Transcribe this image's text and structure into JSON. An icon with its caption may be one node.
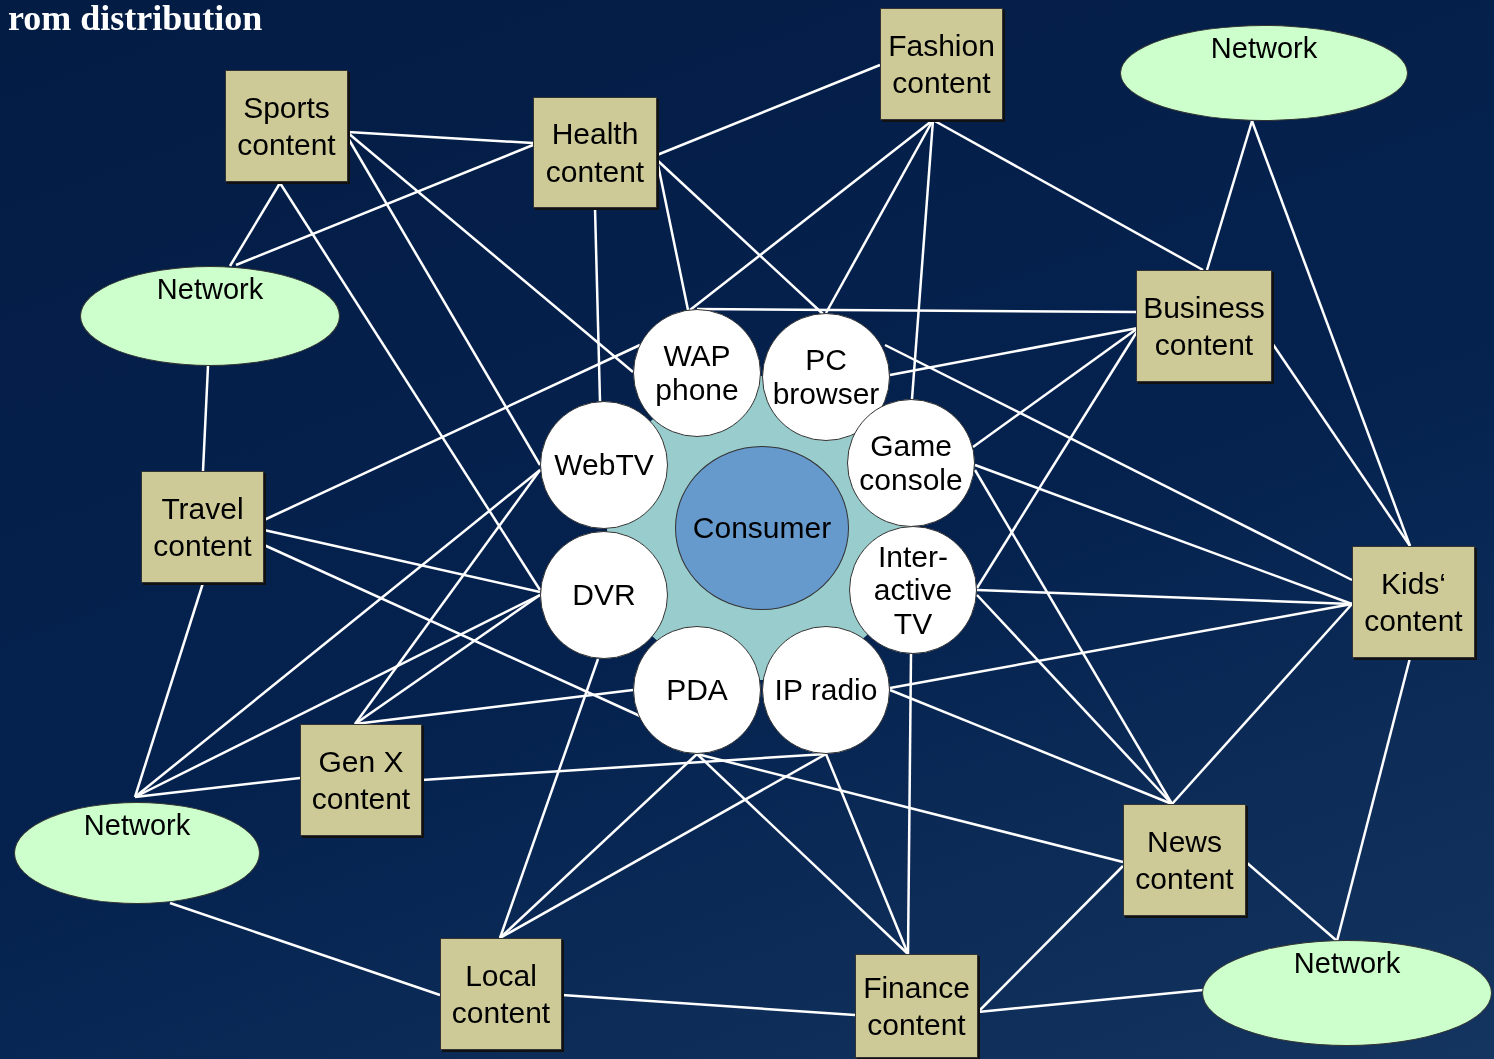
{
  "diagram": {
    "title": "rom distribution",
    "nodes": [
      {
        "text": [
          "Sports content"
        ]
      },
      {
        "text": [
          "Health content"
        ]
      },
      {
        "text": [
          "Fashion content"
        ]
      },
      {
        "text": [
          "Network"
        ]
      },
      {
        "text": [
          "Network"
        ]
      },
      {
        "text": [
          "Business content"
        ]
      },
      {
        "text": [
          "Travel content"
        ]
      },
      {
        "text": [
          "Kids‘ content"
        ]
      },
      {
        "text": [
          "Gen X content"
        ]
      },
      {
        "text": [
          "Network"
        ]
      },
      {
        "text": [
          "News content"
        ]
      },
      {
        "text": [
          "Local content"
        ]
      },
      {
        "text": [
          "Finance content"
        ]
      },
      {
        "text": [
          "Network"
        ]
      },
      {
        "text": [
          "Consumer"
        ]
      },
      {
        "text": [
          "WAP phone"
        ]
      },
      {
        "text": [
          "PC browser"
        ]
      },
      {
        "text": [
          "Game console"
        ]
      },
      {
        "text": [
          "Inter- active TV"
        ]
      },
      {
        "text": [
          "IP radio"
        ]
      },
      {
        "text": [
          "PDA"
        ]
      },
      {
        "text": [
          "DVR"
        ]
      },
      {
        "text": [
          "WebTV"
        ]
      }
    ],
    "edges": [
      {
        "from": 0,
        "to": 1,
        "arrow": "none"
      },
      {
        "from": 0,
        "to": 4,
        "arrow": "none"
      },
      {
        "from": 0,
        "to": 15,
        "arrow": "none"
      },
      {
        "from": 0,
        "to": 22,
        "arrow": "none"
      },
      {
        "from": 0,
        "to": 21,
        "arrow": "none"
      },
      {
        "from": 1,
        "to": 4,
        "arrow": "none"
      },
      {
        "from": 1,
        "to": 22,
        "arrow": "none"
      },
      {
        "from": 1,
        "to": 2,
        "arrow": "none"
      },
      {
        "from": 1,
        "to": 15,
        "arrow": "none"
      },
      {
        "from": 1,
        "to": 16,
        "arrow": "none"
      },
      {
        "from": 2,
        "to": 15,
        "arrow": "none"
      },
      {
        "from": 2,
        "to": 16,
        "arrow": "none"
      },
      {
        "from": 2,
        "to": 17,
        "arrow": "none"
      },
      {
        "from": 2,
        "to": 5,
        "arrow": "none"
      },
      {
        "from": 3,
        "to": 5,
        "arrow": "none"
      },
      {
        "from": 3,
        "to": 7,
        "arrow": "none"
      },
      {
        "from": 5,
        "to": 15,
        "arrow": "none"
      },
      {
        "from": 5,
        "to": 16,
        "arrow": "none"
      },
      {
        "from": 5,
        "to": 17,
        "arrow": "none"
      },
      {
        "from": 5,
        "to": 18,
        "arrow": "none"
      },
      {
        "from": 5,
        "to": 7,
        "arrow": "none"
      },
      {
        "from": 16,
        "to": 7,
        "arrow": "none"
      },
      {
        "from": 17,
        "to": 7,
        "arrow": "none"
      },
      {
        "from": 17,
        "to": 10,
        "arrow": "none"
      },
      {
        "from": 18,
        "to": 7,
        "arrow": "none"
      },
      {
        "from": 18,
        "to": 10,
        "arrow": "none"
      },
      {
        "from": 19,
        "to": 7,
        "arrow": "none"
      },
      {
        "from": 19,
        "to": 10,
        "arrow": "none"
      },
      {
        "from": 7,
        "to": 10,
        "arrow": "none"
      },
      {
        "from": 7,
        "to": 13,
        "arrow": "none"
      },
      {
        "from": 10,
        "to": 13,
        "arrow": "none"
      },
      {
        "from": 10,
        "to": 12,
        "arrow": "none"
      },
      {
        "from": 12,
        "to": 13,
        "arrow": "none"
      },
      {
        "from": 18,
        "to": 12,
        "arrow": "none"
      },
      {
        "from": 19,
        "to": 12,
        "arrow": "none"
      },
      {
        "from": 20,
        "to": 12,
        "arrow": "none"
      },
      {
        "from": 11,
        "to": 12,
        "arrow": "none"
      },
      {
        "from": 8,
        "to": 19,
        "arrow": "none"
      },
      {
        "from": 20,
        "to": 10,
        "arrow": "none"
      },
      {
        "from": 11,
        "to": 21,
        "arrow": "none"
      },
      {
        "from": 11,
        "to": 20,
        "arrow": "none"
      },
      {
        "from": 11,
        "to": 19,
        "arrow": "none"
      },
      {
        "from": 11,
        "to": 9,
        "arrow": "none"
      },
      {
        "from": 9,
        "to": 6,
        "arrow": "none"
      },
      {
        "from": 9,
        "to": 22,
        "arrow": "none"
      },
      {
        "from": 9,
        "to": 21,
        "arrow": "none"
      },
      {
        "from": 9,
        "to": 8,
        "arrow": "none"
      },
      {
        "from": 6,
        "to": 4,
        "arrow": "none"
      },
      {
        "from": 6,
        "to": 15,
        "arrow": "none"
      },
      {
        "from": 6,
        "to": 21,
        "arrow": "none"
      },
      {
        "from": 6,
        "to": 20,
        "arrow": "none"
      },
      {
        "from": 8,
        "to": 22,
        "arrow": "none"
      },
      {
        "from": 8,
        "to": 21,
        "arrow": "none"
      },
      {
        "from": 8,
        "to": 20,
        "arrow": "none"
      }
    ]
  }
}
